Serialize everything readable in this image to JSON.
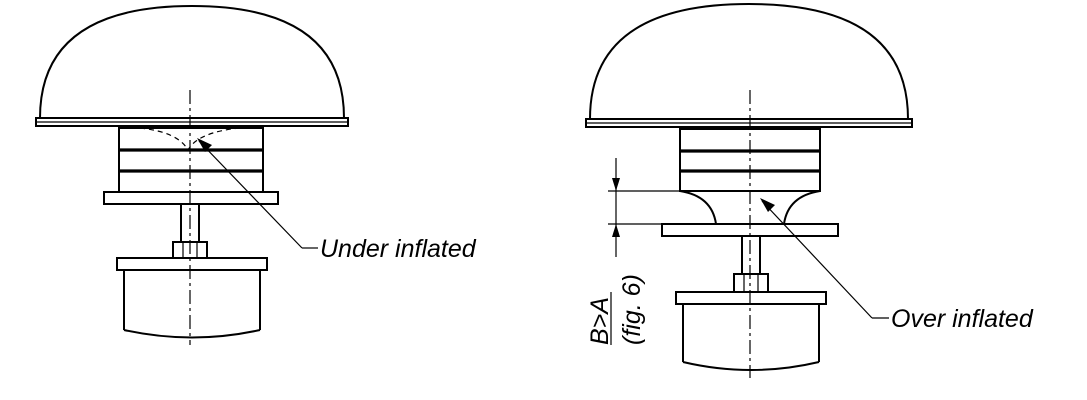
{
  "labels": {
    "under_inflated": "Under inflated",
    "over_inflated": "Over inflated",
    "dimension_ratio": "B>A",
    "figure_ref": "(fig. 6)"
  }
}
